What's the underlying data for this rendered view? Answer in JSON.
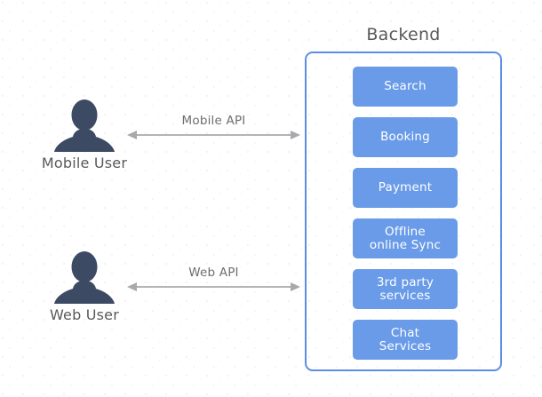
{
  "diagram": {
    "title": "Backend",
    "colors": {
      "service_fill": "#6a9be8",
      "container_border": "#5b8ee3",
      "actor_silhouette": "#3c4a63",
      "text_dark": "#58595b",
      "arrow": "#a7a9ac",
      "background": "#ffffff"
    }
  },
  "backend": {
    "title": "Backend",
    "services": [
      {
        "label": "Search"
      },
      {
        "label": "Booking"
      },
      {
        "label": "Payment"
      },
      {
        "label": "Offline\nonline Sync"
      },
      {
        "label": "3rd party\nservices"
      },
      {
        "label": "Chat\nServices"
      }
    ]
  },
  "actors": [
    {
      "label": "Mobile User",
      "icon": "user-avatar-icon"
    },
    {
      "label": "Web User",
      "icon": "user-avatar-icon"
    }
  ],
  "connections": [
    {
      "label": "Mobile API",
      "style": "double-headed-arrow"
    },
    {
      "label": "Web API",
      "style": "double-headed-arrow"
    }
  ]
}
